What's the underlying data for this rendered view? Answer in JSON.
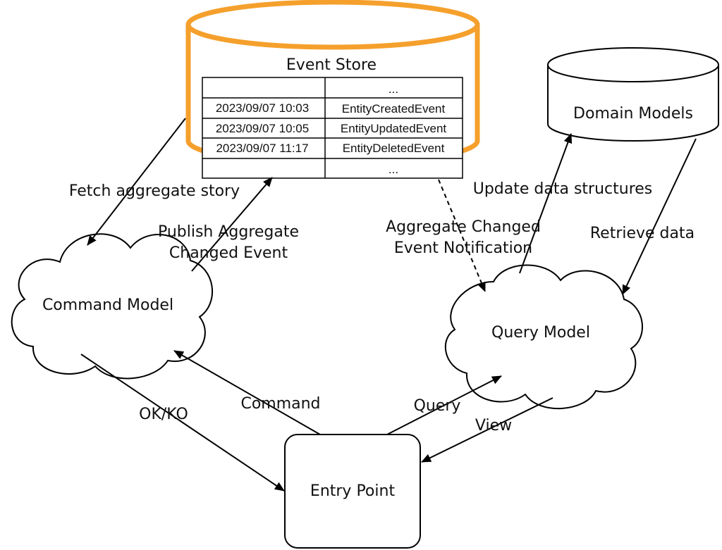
{
  "colors": {
    "event_store_outline": "#f5a02c",
    "stroke": "#000000"
  },
  "event_store": {
    "title": "Event Store",
    "rows": [
      {
        "time": "",
        "event": "..."
      },
      {
        "time": "2023/09/07 10:03",
        "event": "EntityCreatedEvent"
      },
      {
        "time": "2023/09/07 10:05",
        "event": "EntityUpdatedEvent"
      },
      {
        "time": "2023/09/07 11:17",
        "event": "EntityDeletedEvent"
      },
      {
        "time": "",
        "event": "..."
      }
    ]
  },
  "nodes": {
    "domain_models": "Domain Models",
    "command_model": "Command Model",
    "query_model": "Query Model",
    "entry_point": "Entry Point"
  },
  "edges": {
    "fetch": "Fetch aggregate story",
    "publish_line1": "Publish Aggregate",
    "publish_line2": "Changed Event",
    "notify_line1": "Aggregate Changed",
    "notify_line2": "Event Notification",
    "update": "Update data structures",
    "retrieve": "Retrieve data",
    "command": "Command",
    "ok_ko": "OK/KO",
    "query": "Query",
    "view": "View"
  }
}
